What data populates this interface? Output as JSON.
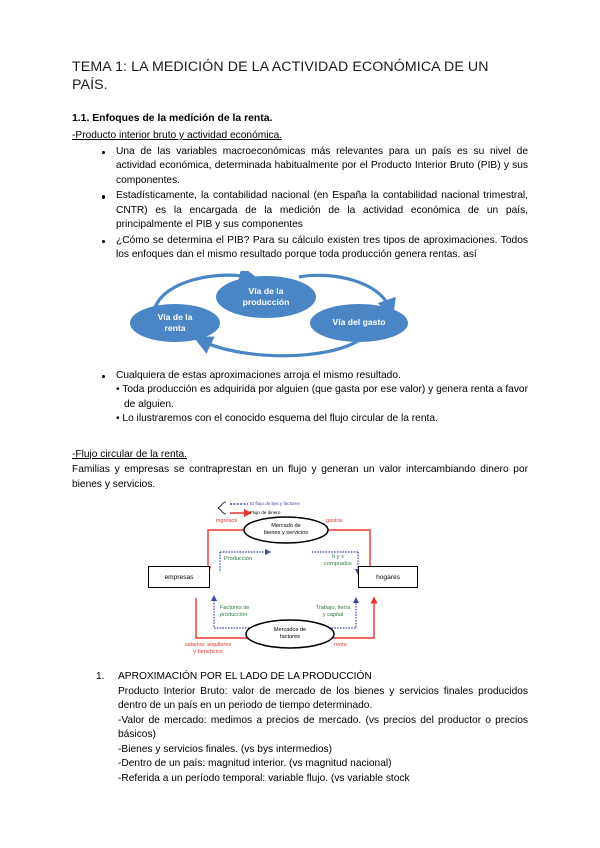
{
  "document": {
    "title": "TEMA 1: LA MEDICIÓN DE LA ACTIVIDAD ECONÓMICA DE UN PAÍS.",
    "section_heading": "1.1. Enfoques de la medición de la renta.",
    "sub_heading_1": "-Producto interior bruto y actividad económica.",
    "bullets_1": [
      "Una de las variables macroeconómicas más relevantes para un país es su nivel de actividad económica, determinada habitualmente por el Producto Interior Bruto (PIB) y sus componentes.",
      "Estadísticamente, la contabilidad nacional (en España la contabilidad nacional trimestral, CNTR) es la encargada de la medición de la actividad económica de un país, principalmente el PIB y sus componentes",
      "¿Cómo se determina el PIB? Para su cálculo existen tres tipos de aproximaciones. Todos los enfoques dan el mismo resultado porque toda producción genera rentas. así"
    ],
    "bullet_2": "Cualquiera de estas aproximaciones arroja el mismo resultado.",
    "subbullets_2": [
      "• Toda producción es adquirida por alguien (que gasta por ese valor) y genera renta a favor de alguien.",
      "• Lo ilustraremos con el conocido esquema del flujo circular de la renta."
    ],
    "sub_heading_2": "-Flujo circular de la renta.",
    "paragraph_2": "Familias y empresas se contraprestan en un flujo y generan un valor intercambiando dinero por bienes y servicios.",
    "numbered": {
      "item_1_title": "APROXIMACIÓN POR EL LADO DE LA PRODUCCIÓN",
      "item_1_body": "Producto Interior Bruto: valor de mercado de los bienes y servicios finales producidos dentro de un país en un periodo de tiempo determinado.",
      "item_1_dashes": [
        "-Valor de mercado: medimos a precios de mercado. (vs precios del productor o precios básicos)",
        "-Bienes y servicios finales. (vs bys intermedios)",
        "-Dentro de un país: magnitud interior. (vs magnitud nacional)",
        "-Referida a un período temporal: variable flujo. (vs variable stock"
      ]
    }
  },
  "bubble_diagram": {
    "bubble_renta_line1": "Vía de la",
    "bubble_renta_line2": "renta",
    "bubble_produccion_line1": "Vía de la",
    "bubble_produccion_line2": "producción",
    "bubble_gasto": "Vía del gasto",
    "bubble_color": "#4a86c5",
    "arrow_color": "#4a86c5"
  },
  "flow_diagram": {
    "legend_money_flow": "El flujo de bys y factores",
    "legend_goods_flow": "Flujo de dinero",
    "market_goods_line1": "Mercado de",
    "market_goods_line2": "bienes y servicios",
    "market_factors_line1": "Mercados de",
    "market_factors_line2": "factores",
    "box_firms": "empresas",
    "box_households": "hogares",
    "label_ingresos": "ingresos",
    "label_gastos": "gastos",
    "label_produccion": "Producción",
    "label_bys_comprados_line1": "b y s",
    "label_bys_comprados_line2": "comprados",
    "label_factores_line1": "Factores de",
    "label_factores_line2": "producción",
    "label_trabajo_line1": "Trabajo, tierra",
    "label_trabajo_line2": "y capital",
    "label_salarios_line1": "salarios, alquileres",
    "label_salarios_line2": "y beneficios",
    "label_renta": "renta",
    "money_color": "#e8352e",
    "goods_color": "#3b49a6",
    "green_color": "#2f7a3e"
  }
}
